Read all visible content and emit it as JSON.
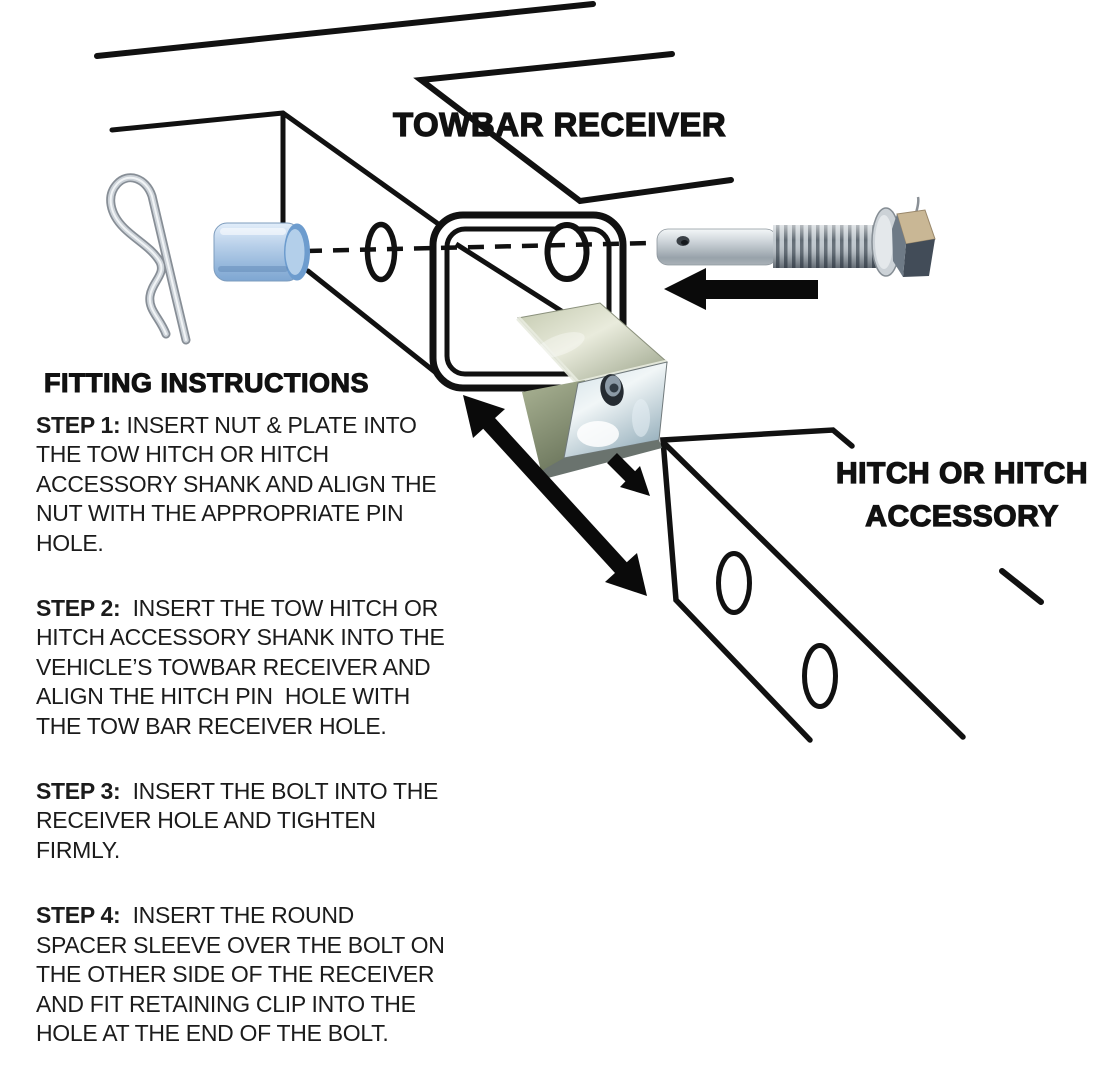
{
  "labels": {
    "towbar_receiver": "TOWBAR RECEIVER",
    "hitch_line1": "HITCH OR HITCH",
    "hitch_line2": "ACCESSORY"
  },
  "instructions": {
    "heading": "FITTING INSTRUCTIONS",
    "steps": [
      {
        "label": "STEP 1:",
        "lines": [
          " INSERT NUT & PLATE INTO",
          "THE TOW HITCH OR HITCH",
          "ACCESSORY SHANK AND ALIGN THE",
          "NUT WITH THE APPROPRIATE PIN",
          "HOLE."
        ]
      },
      {
        "label": "STEP 2:",
        "lines": [
          "  INSERT THE TOW HITCH OR",
          "HITCH ACCESSORY SHANK INTO THE",
          "VEHICLE’S TOWBAR RECEIVER AND",
          "ALIGN THE HITCH PIN  HOLE WITH",
          "THE TOW BAR RECEIVER HOLE."
        ]
      },
      {
        "label": "STEP 3:",
        "lines": [
          "  INSERT THE BOLT INTO THE",
          "RECEIVER HOLE AND TIGHTEN",
          "FIRMLY."
        ]
      },
      {
        "label": "STEP 4:",
        "lines": [
          "  INSERT THE ROUND",
          "SPACER SLEEVE OVER THE BOLT ON",
          "THE OTHER SIDE OF THE RECEIVER",
          "AND FIT RETAINING CLIP INTO THE",
          "HOLE AT THE END OF THE BOLT."
        ]
      }
    ]
  },
  "colors": {
    "line": "#111111",
    "arrow": "#0a0a0a",
    "sleeve_blue": "#b7cfe9",
    "bolt_metal": "#c0c8ce",
    "bolt_head_tan": "#c9b795",
    "plate_zinc": "#cdd2bb",
    "background": "#ffffff"
  }
}
